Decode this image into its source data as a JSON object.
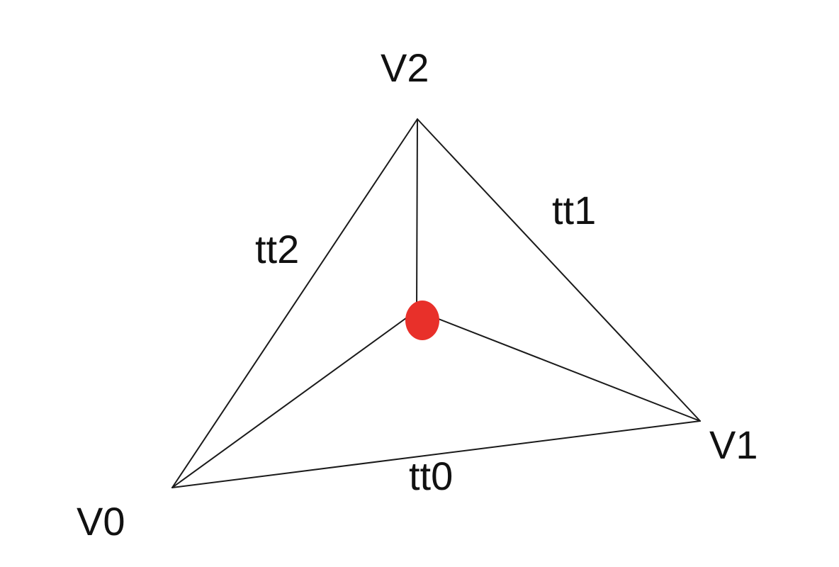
{
  "diagram": {
    "vertices": [
      {
        "id": "v0",
        "label": "V0"
      },
      {
        "id": "v1",
        "label": "V1"
      },
      {
        "id": "v2",
        "label": "V2"
      }
    ],
    "edge_labels": [
      {
        "id": "tt0",
        "label": "tt0"
      },
      {
        "id": "tt1",
        "label": "tt1"
      },
      {
        "id": "tt2",
        "label": "tt2"
      }
    ],
    "interior_point": {
      "color": "#e8302a"
    },
    "line_color": "#1a1a1a"
  }
}
